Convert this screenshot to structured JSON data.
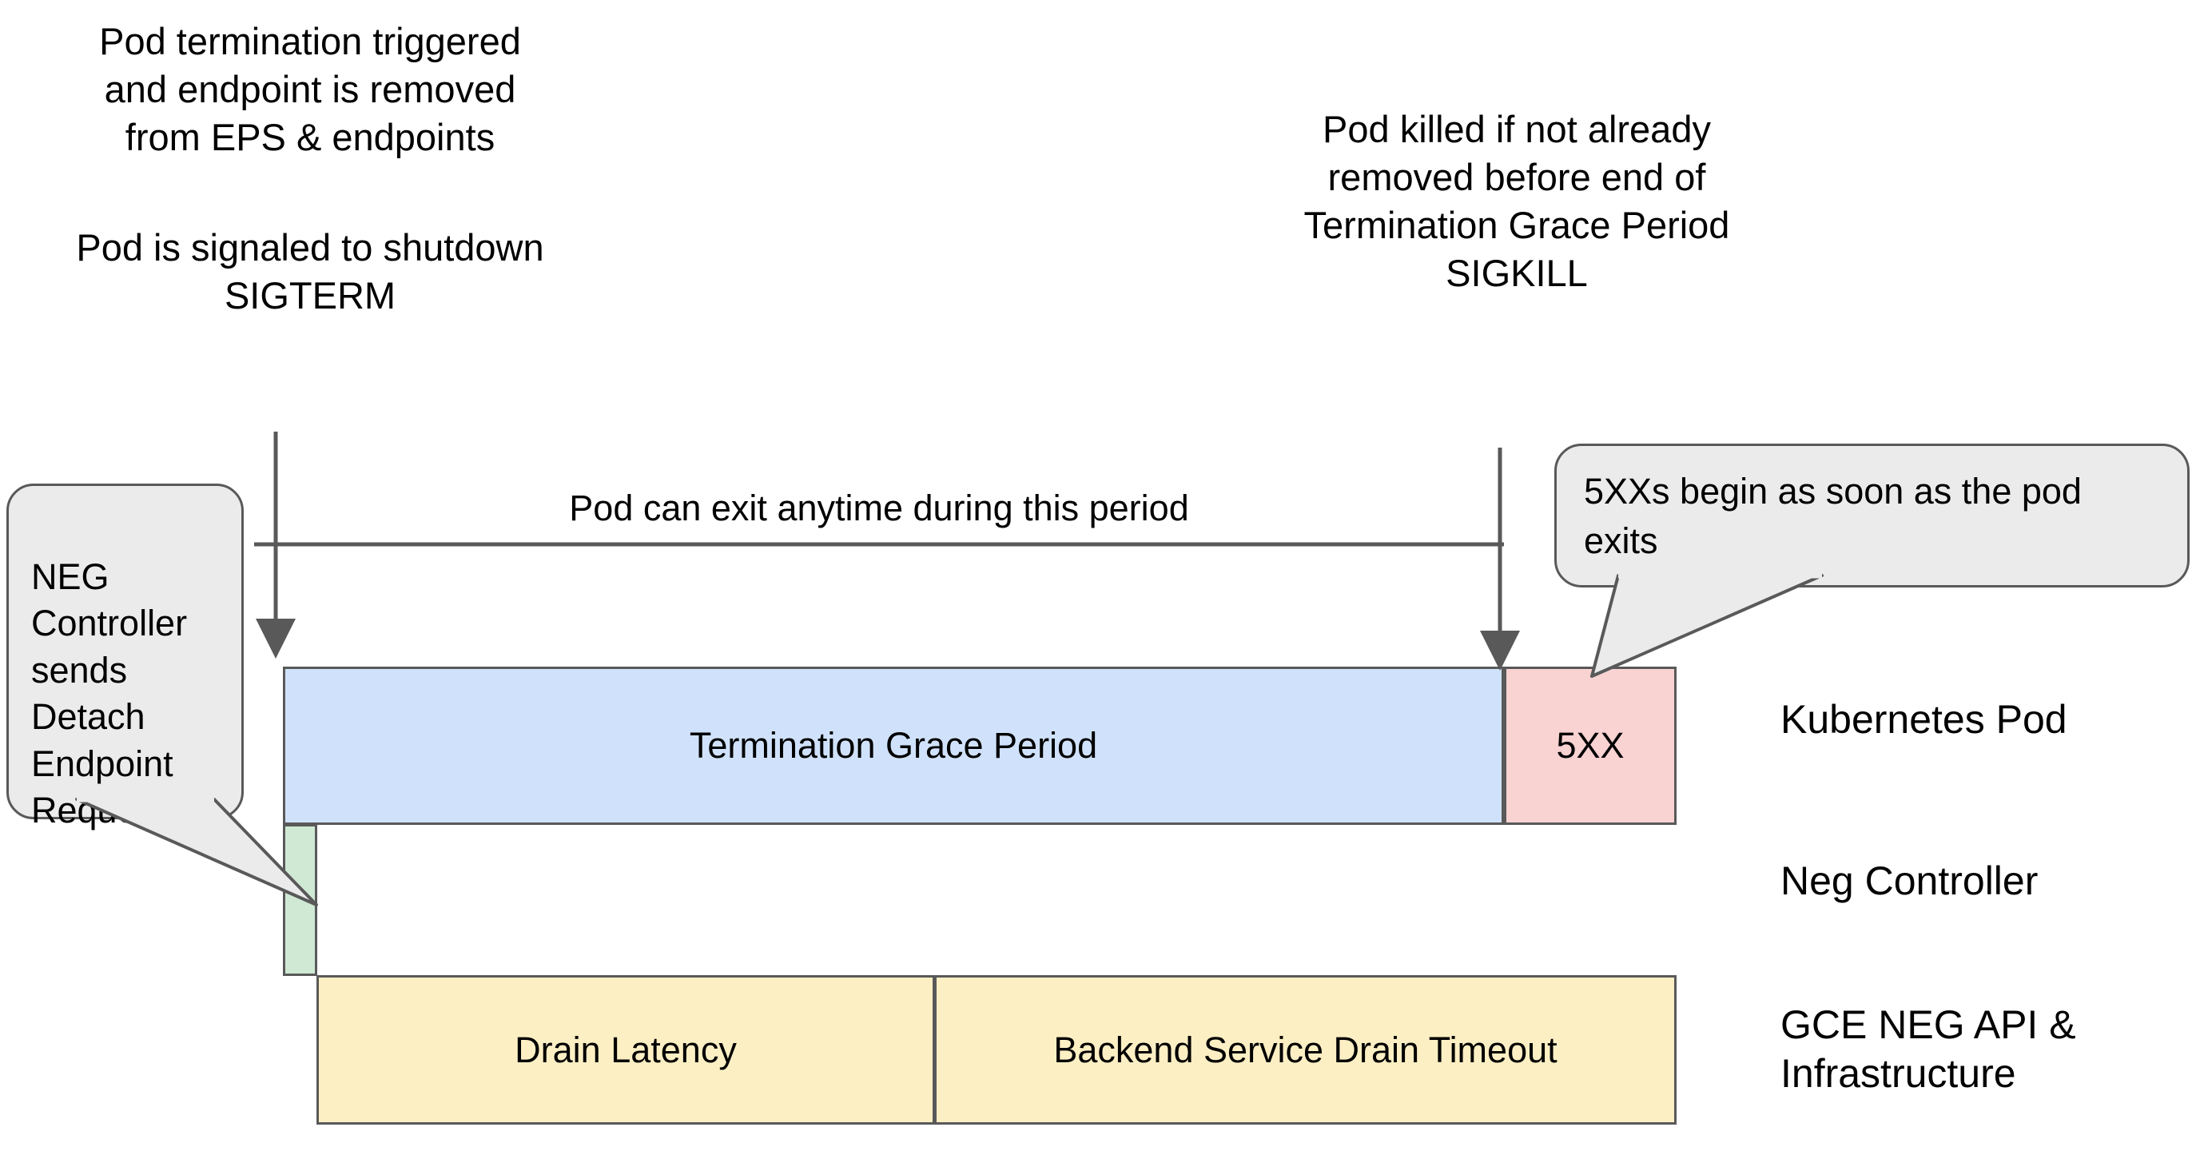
{
  "notes": {
    "pod_termination": "Pod termination triggered\nand endpoint is removed\nfrom EPS & endpoints",
    "pod_sigterm": "Pod is signaled to shutdown\nSIGTERM",
    "pod_killed": "Pod killed if not already\nremoved before end of\nTermination Grace Period\nSIGKILL"
  },
  "span": {
    "label": "Pod can exit anytime during this period"
  },
  "callouts": {
    "neg_controller": "NEG\nController\nsends\nDetach\nEndpoint\nRequest",
    "five_xx": "5XXs begin as soon as the pod exits"
  },
  "bars": {
    "termination_grace_period": "Termination Grace Period",
    "five_xx": "5XX",
    "neg_detach": "",
    "drain_latency": "Drain Latency",
    "backend_service_drain_timeout": "Backend Service Drain Timeout"
  },
  "lanes": {
    "kubernetes_pod": "Kubernetes Pod",
    "neg_controller": "Neg Controller",
    "gce_neg_api": "GCE NEG API &\nInfrastructure"
  },
  "colors": {
    "grace_fill": "#d0e2fb",
    "five_xx_fill": "#f9d2d2",
    "neg_fill": "#cfe9d5",
    "drain_fill": "#fcefc4",
    "stroke": "#595959",
    "callout_fill": "#ebebeb",
    "background": "#ffffff"
  }
}
